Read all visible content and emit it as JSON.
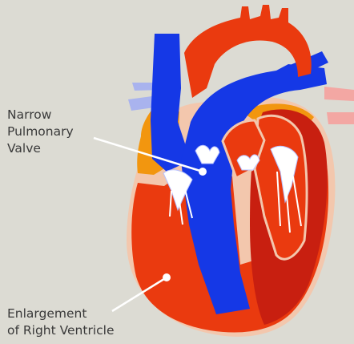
{
  "labels": {
    "valve": [
      "Narrow",
      "Pulmonary",
      "Valve"
    ],
    "ventricle": [
      "Enlargement",
      "of Right Ventricle"
    ]
  },
  "colors": {
    "background": "#dcdbd3",
    "oxygenated": "#ea3a0f",
    "oxygenated_dark": "#c81f10",
    "deoxygenated": "#1538e6",
    "fat": "#f2960f",
    "outline": "#f3c7ad",
    "leader": "#ffffff",
    "vessel_blue_faded": "#a9b3ee",
    "vessel_red_faded": "#f3a7a3"
  }
}
